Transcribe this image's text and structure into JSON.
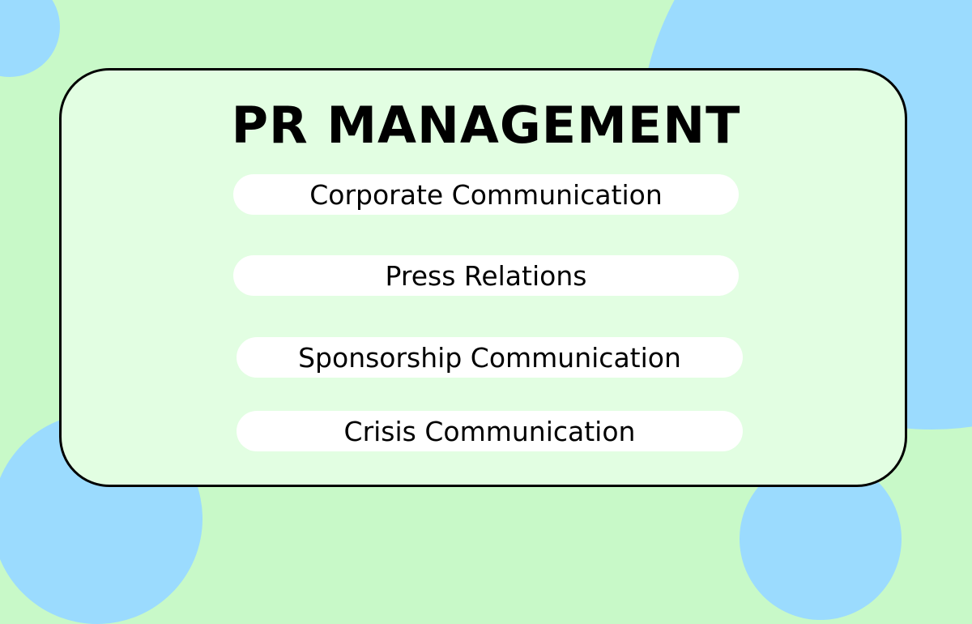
{
  "slide": {
    "title": "PR MANAGEMENT",
    "items": [
      {
        "label": "Corporate Communication"
      },
      {
        "label": "Press Relations"
      },
      {
        "label": "Sponsorship Communication"
      },
      {
        "label": "Crisis Communication"
      }
    ]
  },
  "colors": {
    "background": "#C8F9C8",
    "circle": "#9BDBFE",
    "card_fill": "#E2FEE2",
    "card_border": "#000000",
    "pill_fill": "#FFFFFF",
    "text": "#000000"
  }
}
